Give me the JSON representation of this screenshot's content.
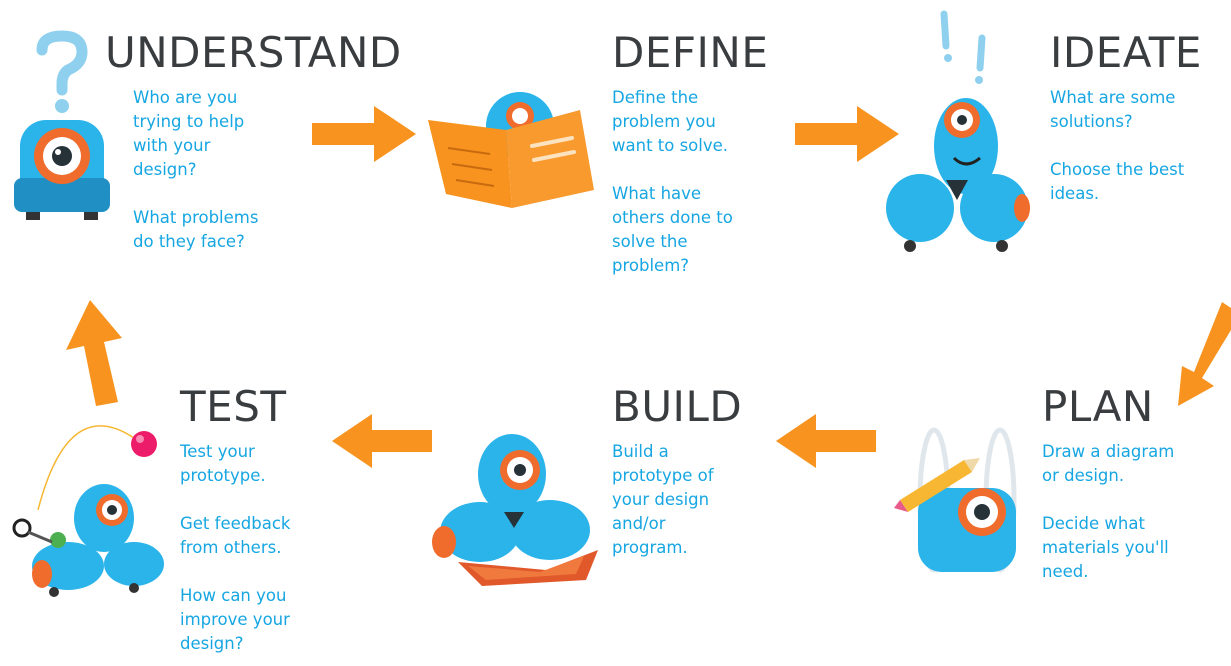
{
  "diagram": {
    "accent_colors": {
      "arrow": "#f7931e",
      "text": "#16a6e2",
      "title": "#3a3d40",
      "robot": "#2ab4ea",
      "robot_eye": "#ef6c2d"
    },
    "stages": [
      {
        "id": "understand",
        "title": "UNDERSTAND",
        "icon": "question-mark-icon",
        "lines": [
          "Who are you\ntrying to help\nwith your\ndesign?",
          "What problems\ndo they face?"
        ]
      },
      {
        "id": "define",
        "title": "DEFINE",
        "icon": "book-icon",
        "lines": [
          "Define the\nproblem you\nwant to solve.",
          "What have\nothers done to\nsolve the\nproblem?"
        ]
      },
      {
        "id": "ideate",
        "title": "IDEATE",
        "icon": "exclamation-icon",
        "lines": [
          "What are some\nsolutions?",
          "Choose the best\nideas."
        ]
      },
      {
        "id": "plan",
        "title": "PLAN",
        "icon": "pencil-icon",
        "lines": [
          "Draw a diagram\nor design.",
          "Decide what\nmaterials you'll\nneed."
        ]
      },
      {
        "id": "build",
        "title": "BUILD",
        "icon": "robot-icon",
        "lines": [
          "Build a\nprototype of\nyour design\nand/or\nprogram."
        ]
      },
      {
        "id": "test",
        "title": "TEST",
        "icon": "ball-icon",
        "lines": [
          "Test your\nprototype.",
          "Get feedback\nfrom others.",
          "How can you\nimprove your\ndesign?"
        ]
      }
    ]
  }
}
